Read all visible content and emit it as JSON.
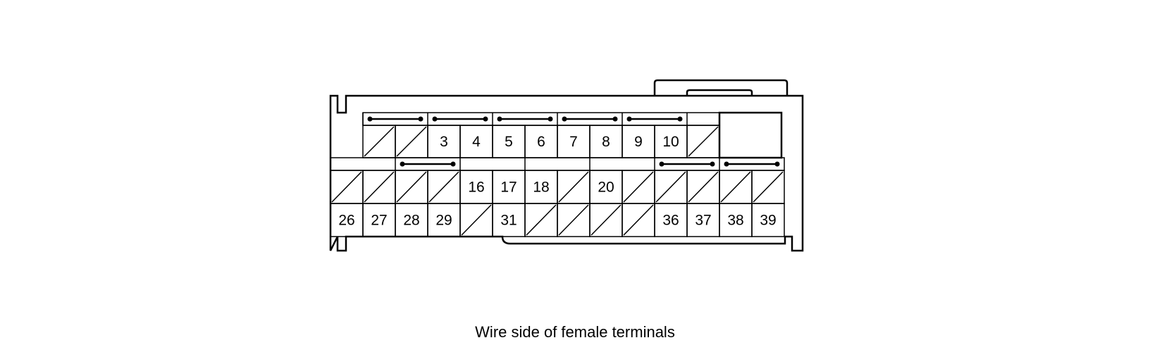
{
  "caption": "Wire side of female terminals",
  "connector": {
    "row1": [
      "",
      "",
      "3",
      "4",
      "5",
      "6",
      "7",
      "8",
      "9",
      "10",
      ""
    ],
    "row2": [
      "",
      "",
      "",
      "",
      "16",
      "17",
      "18",
      "",
      "20",
      "",
      "",
      "",
      "",
      ""
    ],
    "row3": [
      "26",
      "27",
      "28",
      "29",
      "",
      "31",
      "",
      "",
      "",
      "",
      "36",
      "37",
      "38",
      "39"
    ]
  }
}
